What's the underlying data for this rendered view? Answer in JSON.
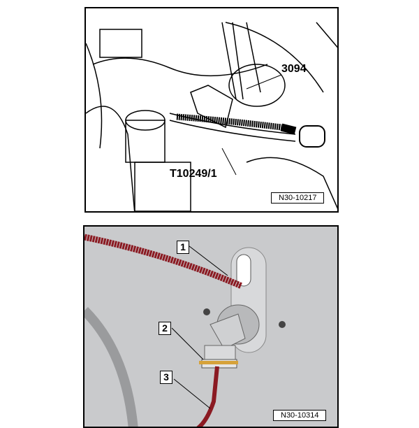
{
  "figure1": {
    "tool_label_1": "3094",
    "tool_label_2": "T10249/1",
    "ref": "N30-10217"
  },
  "figure2": {
    "callouts": [
      "1",
      "2",
      "3"
    ],
    "ref": "N30-10314"
  },
  "colors": {
    "hose": "#8b1a22",
    "panel": "#c9cacc"
  }
}
